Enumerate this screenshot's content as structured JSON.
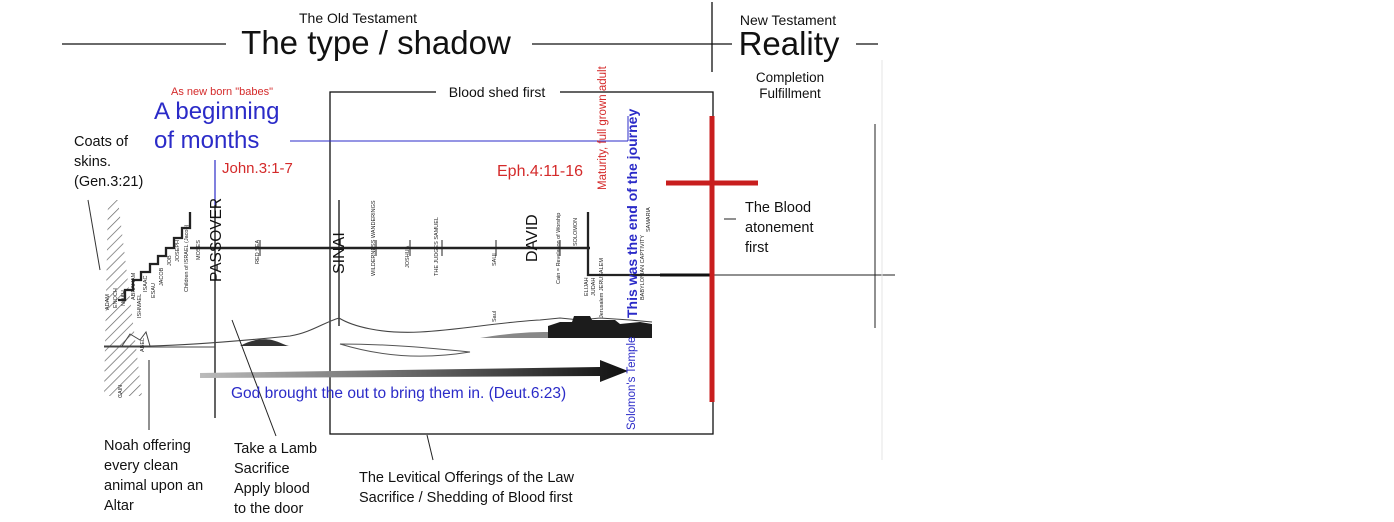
{
  "header": {
    "old_testament": "The Old Testament",
    "type_shadow": "The type / shadow",
    "new_testament": "New Testament",
    "reality": "Reality",
    "completion": "Completion",
    "fulfillment": "Fulfillment"
  },
  "beginning": {
    "babes": "As new born \"babes\"",
    "line1": "A beginning",
    "line2": "of months"
  },
  "labels": {
    "john": "John.3:1-7",
    "blood_shed_first": "Blood shed first",
    "eph": "Eph.4:11-16",
    "maturity": "Maturity, full grown adult",
    "journey_end": "This was the end of the journey",
    "solomons_temple": "Solomon's Temple",
    "god_brought": "God brought the out to bring them in. (Deut.6:23)"
  },
  "notes": {
    "coats": [
      "Coats of",
      "skins.",
      "(Gen.3:21)"
    ],
    "noah": [
      "Noah offering",
      "every clean",
      "animal upon an",
      "Altar"
    ],
    "lamb": [
      "Take a Lamb",
      "Sacrifice",
      "Apply blood",
      "to the door"
    ],
    "levitical": [
      "The Levitical Offerings of the Law",
      "Sacrifice / Shedding of Blood first"
    ],
    "blood_atonement": [
      "The Blood",
      "atonement",
      "first"
    ]
  },
  "timeline": {
    "major": [
      {
        "label": "PASSOVER"
      },
      {
        "label": "SINAI"
      },
      {
        "label": "DAVID"
      }
    ],
    "minor_left": [
      "ADAM",
      "ENOCH",
      "NOAH",
      "ABRAHAM",
      "ISHMAEL",
      "ISAAC",
      "ESAU",
      "JACOB",
      "JOB",
      "JOSEPH",
      "Children of ISRAEL (Jacob)",
      "MOSES",
      "CAIN",
      "ABEL"
    ],
    "minor_mid": [
      "RED SEA",
      "WILDERNESS WANDERINGS",
      "JOSHUA",
      "THE JUDGES SAMUEL",
      "SAUL",
      "Saul",
      "Cain = Revelation of Worship",
      "SOLOMON",
      "ELIJAH",
      "JUDAH",
      "Jerusalem JERUSALEM",
      "BABYLONIAN CAPTIVITY",
      "SAMARIA"
    ]
  },
  "colors": {
    "red": "#d42a2a",
    "blue": "#2b2bc8",
    "cross": "#c81e1e",
    "line": "#111111",
    "hatch": "#555555"
  }
}
